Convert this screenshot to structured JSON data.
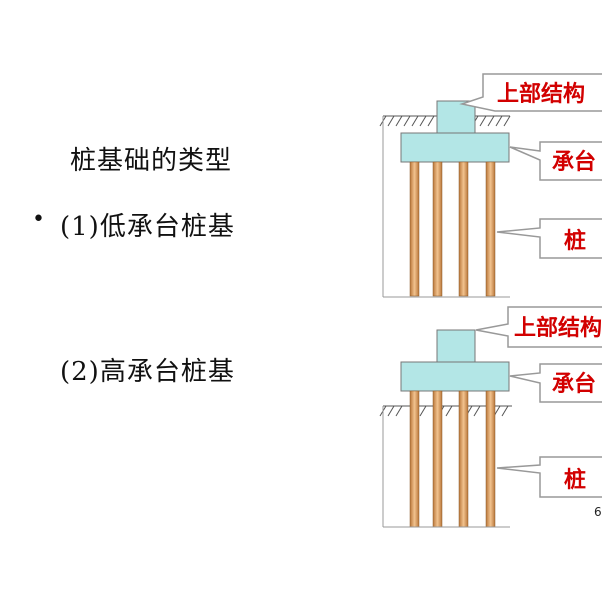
{
  "title": "桩基础的类型",
  "bullet": "•",
  "items": [
    {
      "label": "(1)低承台桩基"
    },
    {
      "label": "(2)高承台桩基"
    }
  ],
  "callouts": {
    "superstructure": "上部结构",
    "cap": "承台",
    "pile": "桩"
  },
  "slide_number": "6",
  "colors": {
    "cap_fill": "#b3e6e6",
    "pile_fill": "#d9a066",
    "callout_text": "#d20000",
    "callout_border": "#999999"
  }
}
